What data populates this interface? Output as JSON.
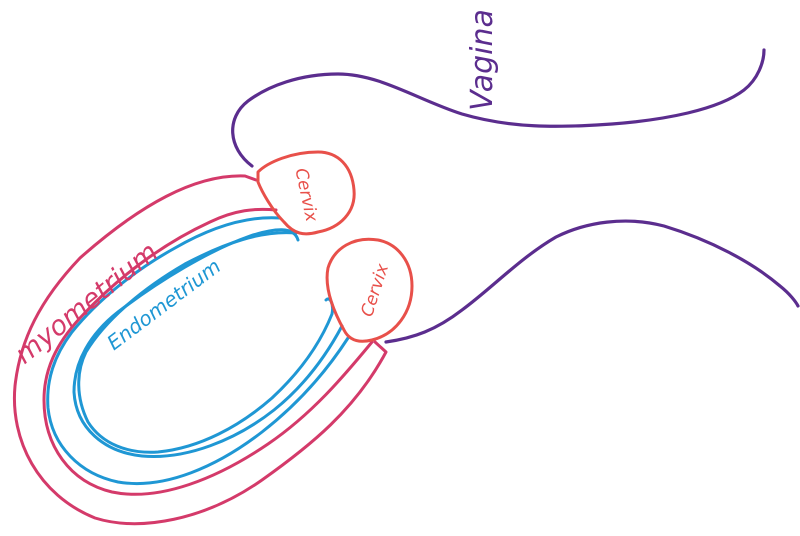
{
  "labels": {
    "vagina": "Vagina",
    "myometrium": "myometrium",
    "endometrium": "Endometrium",
    "cervix_upper": "Cervix",
    "cervix_lower": "Cervix"
  },
  "colors": {
    "background": "#ffffff",
    "vagina": "#5b2d8e",
    "myometrium": "#d43a6a",
    "endometrium": "#1f97d4",
    "cervix": "#e8504a"
  }
}
